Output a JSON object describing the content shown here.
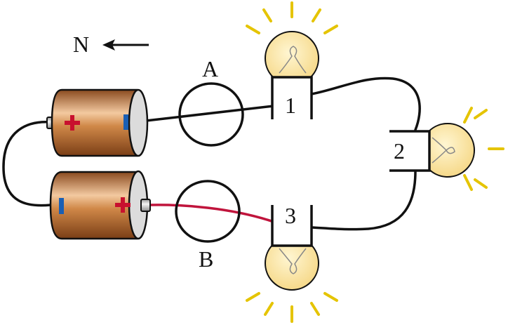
{
  "labels": {
    "north": "N",
    "loop_a": "A",
    "loop_b": "B",
    "bulb_1": "1",
    "bulb_2": "2",
    "bulb_3": "3"
  },
  "icons": {
    "direction": "arrow-left-icon",
    "battery_positive": "plus-icon",
    "battery_negative": "minus-icon"
  },
  "colors": {
    "wire": "#111111",
    "highlighted_wire": "#c0143c",
    "battery_body": "#c5733a",
    "positive_mark": "#c8102e",
    "negative_mark": "#1a5fb4",
    "bulb_glass": "#fbe7a3",
    "glow_rays": "#e5c400"
  }
}
